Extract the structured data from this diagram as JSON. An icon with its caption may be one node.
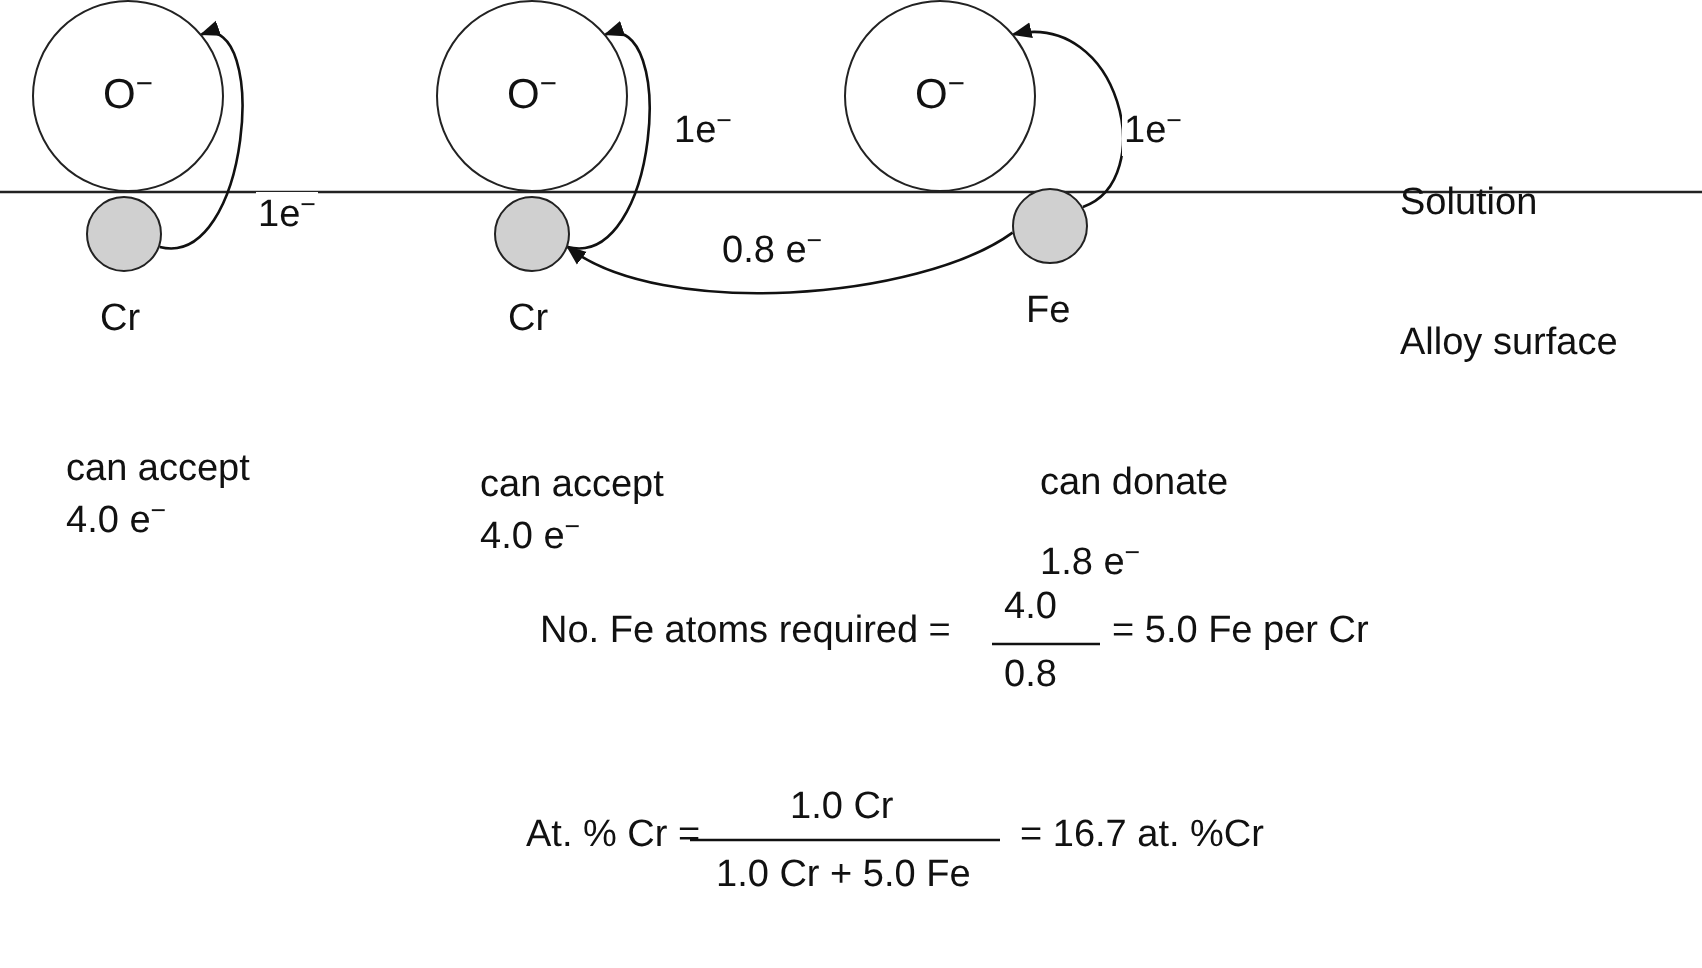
{
  "diagram": {
    "nodes": [
      {
        "text": [
          "O$^{−}$"
        ]
      },
      {
        "text": [],
        "shape": "circle",
        "beside": [
          "Cr"
        ]
      },
      {
        "text": [
          "O$^{−}$"
        ]
      },
      {
        "text": [],
        "shape": "circle",
        "beside": [
          "Cr"
        ]
      },
      {
        "text": [
          "O$^{−}$"
        ]
      },
      {
        "text": [],
        "shape": "circle",
        "beside": [
          "Fe"
        ]
      }
    ],
    "edges": [
      {
        "from": 1,
        "to": 0,
        "arrow": "to",
        "label": "1e$^{−}$"
      },
      {
        "from": 3,
        "to": 2,
        "arrow": "to",
        "label": "1e$^{−}$"
      },
      {
        "from": 5,
        "to": 4,
        "arrow": "to",
        "label": "1e$^{−}$"
      },
      {
        "from": 5,
        "to": 3,
        "arrow": "to",
        "label": "0.8 e$^{−}$"
      }
    ],
    "labels": [
      "Solution",
      "Alloy surface",
      "can accept 4.0 e$^{−}$",
      "can accept 4.0 e$^{−}$",
      "can donate 1.8 e$^{−}$",
      "No. Fe atoms required =",
      "4.0",
      "0.8",
      "= 5.0 Fe per Cr",
      "At. % Cr =",
      "1.0 Cr",
      "1.0 Cr + 5.0 Fe",
      "= 16.7 at. %Cr"
    ]
  }
}
